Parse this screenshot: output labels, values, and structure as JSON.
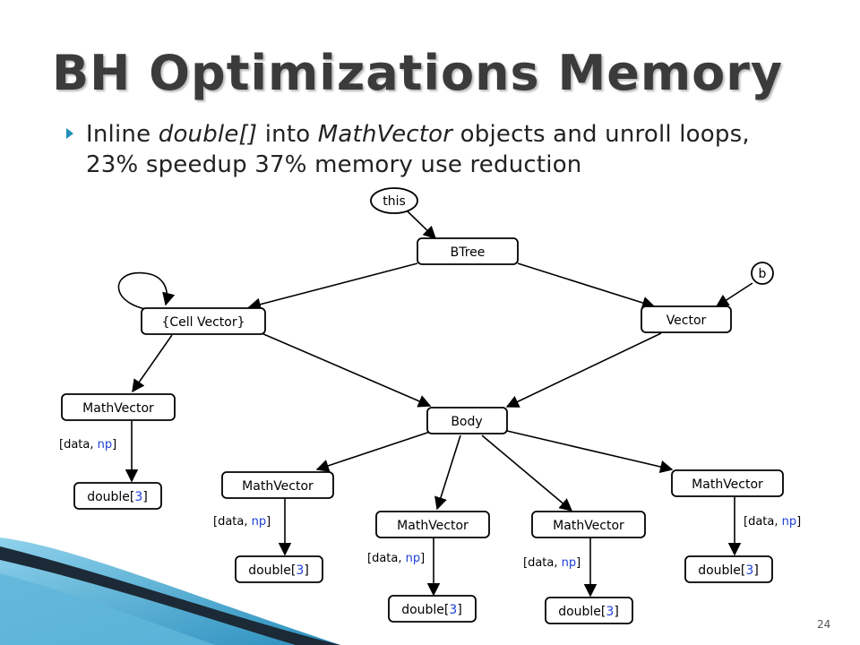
{
  "slide": {
    "title": "BH Optimizations Memory",
    "bullet": {
      "part1": "Inline ",
      "em1": "double[]",
      "part2": " into ",
      "em2": "MathVector",
      "part3": " objects and unroll loops, 23% speedup 37% memory use reduction"
    },
    "page_number": "24"
  },
  "diagram": {
    "nodes": {
      "this": "this",
      "btree": "BTree",
      "b": "b",
      "cellvector": "{Cell Vector}",
      "vector": "Vector",
      "body": "Body",
      "mv_left": "MathVector",
      "mv_b1": "MathVector",
      "mv_b2": "MathVector",
      "mv_b3": "MathVector",
      "mv_b4": "MathVector"
    },
    "double_label": {
      "prefix": "double[",
      "num": "3",
      "suffix": "]"
    },
    "edge_label": {
      "open": "[data, ",
      "np": "np",
      "close": "]"
    }
  },
  "colors": {
    "accent": "#1f8fb9",
    "index_blue": "#1c3fd6"
  }
}
